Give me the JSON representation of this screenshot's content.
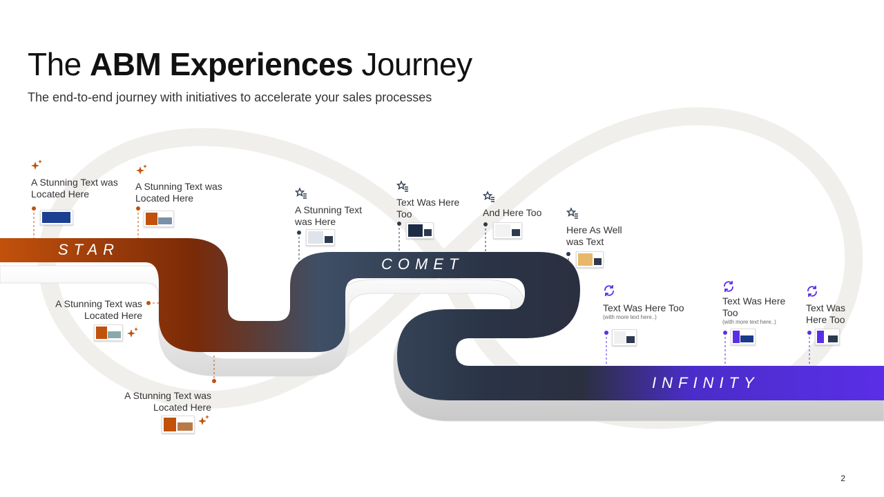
{
  "header": {
    "title_pre": "The",
    "title_bold": "ABM Experiences",
    "title_post": "Journey",
    "subtitle": "The end-to-end journey with initiatives to accelerate your sales processes"
  },
  "stages": {
    "star": "STAR",
    "comet": "COMET",
    "infinity": "INFINITY"
  },
  "colors": {
    "star": "#c2510c",
    "comet": "#2d3a4e",
    "infinity": "#5a2ee6"
  },
  "milestones": {
    "m1": "A Stunning Text was Located Here",
    "m2": "A Stunning Text was Located Here",
    "m3": "A Stunning Text was Located Here",
    "m4": "A Stunning Text was Located Here",
    "m5": "A Stunning Text was Here",
    "m6": "Text Was Here Too",
    "m7": "And Here Too",
    "m8": "Here As Well was Text",
    "m9": "Text Was Here Too",
    "m9_sub": "(with more text here..)",
    "m10": "Text Was Here Too",
    "m10_sub": "(with more text here..)",
    "m11": "Text Was Here Too"
  },
  "page_number": "2"
}
